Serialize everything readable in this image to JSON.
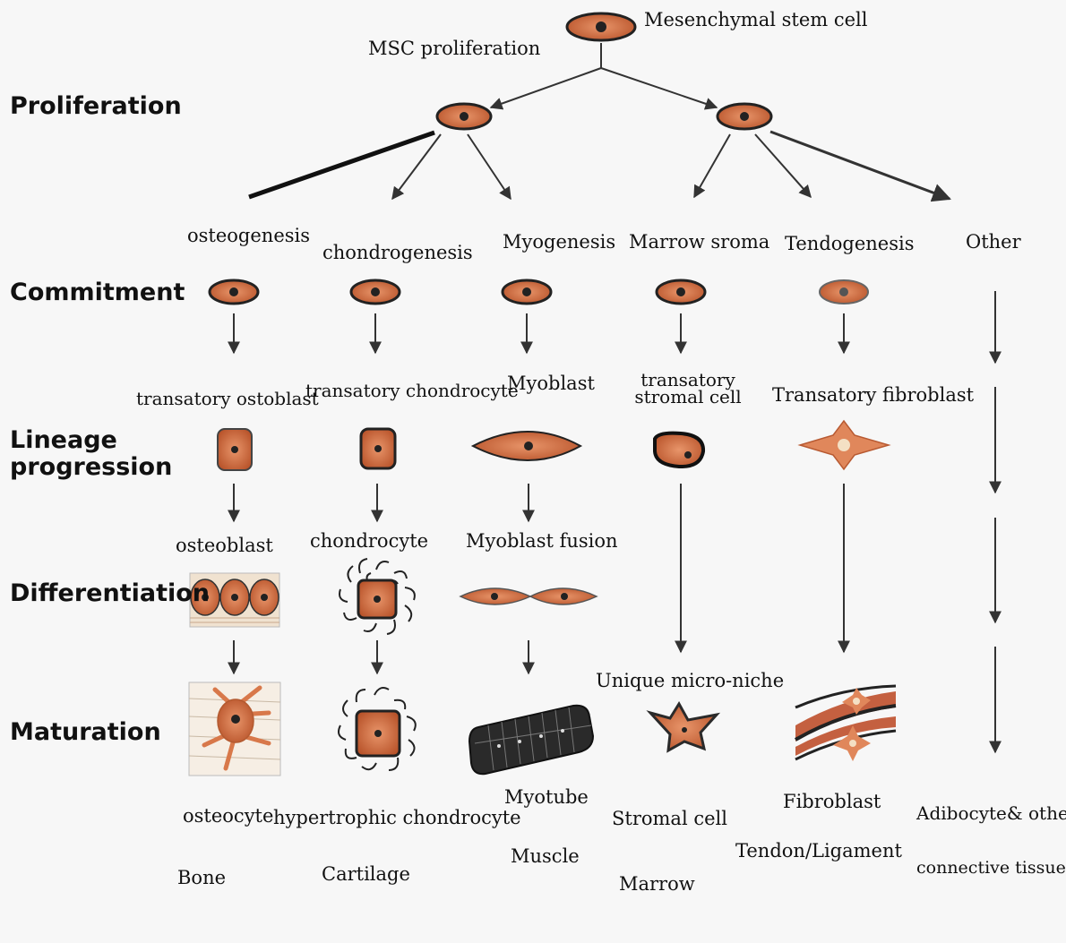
{
  "root": {
    "label": "Mesenchymal stem cell",
    "proliferation_label": "MSC proliferation"
  },
  "stages": [
    "Proliferation",
    "Commitment",
    "Lineage progression",
    "Differentiation",
    "Maturation"
  ],
  "lineages": [
    {
      "process": "osteogenesis",
      "progenitor": "transatory ostoblast",
      "differentiated": "osteoblast",
      "mature": "osteocyte",
      "tissue": "Bone"
    },
    {
      "process": "chondrogenesis",
      "progenitor": "transatory chondrocyte",
      "differentiated": "chondrocyte",
      "mature": "hypertrophic chondrocyte",
      "tissue": "Cartilage"
    },
    {
      "process": "Myogenesis",
      "progenitor": "Myoblast",
      "differentiated": "Myoblast fusion",
      "mature": "Myotube",
      "tissue": "Muscle"
    },
    {
      "process": "Marrow sroma",
      "progenitor": "transatory stromal cell",
      "niche": "Unique micro-niche",
      "mature": "Stromal cell",
      "tissue": "Marrow"
    },
    {
      "process": "Tendogenesis",
      "progenitor": "Transatory fibroblast",
      "mature": "Fibroblast",
      "tissue": "Tendon/Ligament"
    },
    {
      "process": "Other",
      "mature": "Adibocyte& other",
      "tissue": "connective tissue"
    }
  ],
  "colors": {
    "cell_fill": "#d46a3e",
    "cell_outline": "#2a2a2a",
    "nucleus": "#222222",
    "arrow": "#333333",
    "background": "#f7f7f7"
  }
}
